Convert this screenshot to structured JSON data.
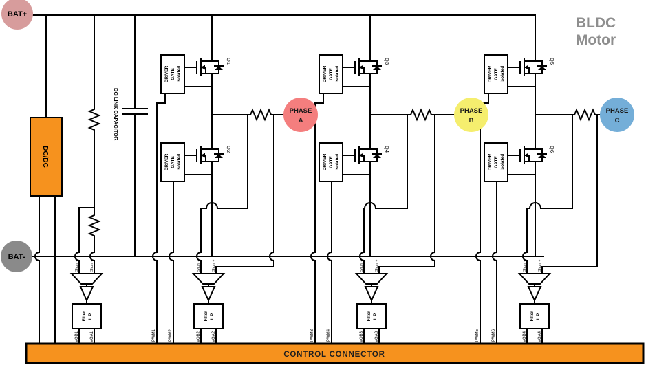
{
  "title": {
    "line1": "BLDC",
    "line2": "Motor"
  },
  "terminals": {
    "bat_plus": {
      "label": "BAT+",
      "color": "#d79c9c"
    },
    "bat_minus": {
      "label": "BAT-",
      "color": "#8a8a8a"
    },
    "phase_a": {
      "line1": "PHASE",
      "line2": "A",
      "color": "#f47e7e"
    },
    "phase_b": {
      "line1": "PHASE",
      "line2": "B",
      "color": "#f5ee6e"
    },
    "phase_c": {
      "line1": "PHASE",
      "line2": "C",
      "color": "#74aed8"
    }
  },
  "blocks": {
    "dcdc": {
      "label": "DC/DC",
      "color": "#f6921e"
    },
    "dc_link_capacitor": {
      "label": "DC LINK CAPACITOR"
    },
    "gate_driver": {
      "line1": "Isolated",
      "line2": "GATE",
      "line3": "DRIVER"
    },
    "lp_filter": {
      "line1": "L.P.",
      "line2": "Filter"
    },
    "control_connector": {
      "label": "CONTROL CONNECTOR",
      "color": "#f6921e"
    }
  },
  "mosfets": [
    "Q1",
    "Q2",
    "Q3",
    "Q4",
    "Q5",
    "Q6"
  ],
  "signals": {
    "pwm": [
      "PWM1",
      "PWM2",
      "PWM3",
      "PWM4",
      "PWM5",
      "PWM6"
    ],
    "sense_neg": "Shunt -",
    "sense_pos": "Shunt +",
    "outputs_b": [
      "VOB1",
      "VOB2",
      "VOB3",
      "VOB4"
    ],
    "outputs_a": [
      "VOA1",
      "VOA2",
      "VOA3",
      "VOA4"
    ]
  }
}
